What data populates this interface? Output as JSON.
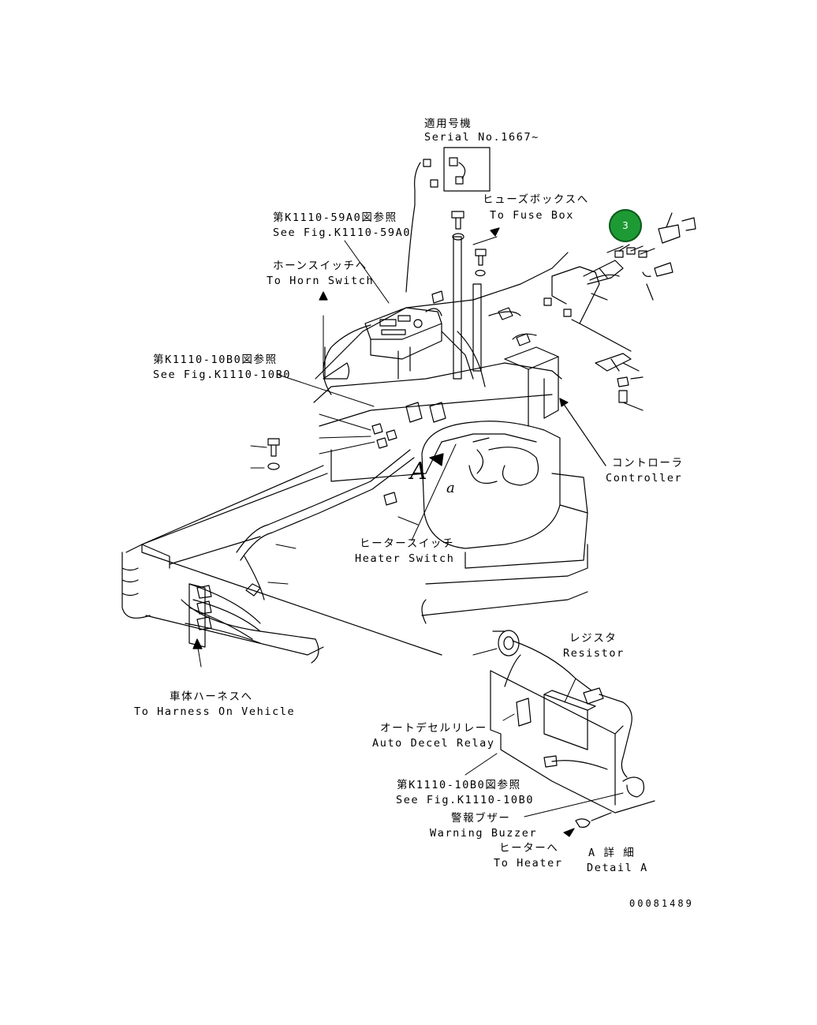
{
  "labels": {
    "serial_jp": "適用号機",
    "serial_en": "Serial No.1667~",
    "fuse_jp": "ヒューズボックスへ",
    "fuse_en": "To Fuse Box",
    "fig59_jp": "第K1110-59A0図参照",
    "fig59_en": "See Fig.K1110-59A0",
    "horn_jp": "ホーンスイッチへ",
    "horn_en": "To Horn Switch",
    "fig10_jp": "第K1110-10B0図参照",
    "fig10_en": "See Fig.K1110-10B0",
    "controller_jp": "コントローラ",
    "controller_en": "Controller",
    "heater_switch_jp": "ヒータースイッチ",
    "heater_switch_en": "Heater Switch",
    "harness_jp": "車体ハーネスへ",
    "harness_en": "To Harness On Vehicle",
    "resistor_jp": "レジスタ",
    "resistor_en": "Resistor",
    "relay_jp": "オートデセルリレー",
    "relay_en": "Auto Decel Relay",
    "fig10b_jp": "第K1110-10B0図参照",
    "fig10b_en": "See Fig.K1110-10B0",
    "buzzer_jp": "警報ブザー",
    "buzzer_en": "Warning Buzzer",
    "to_heater_jp": "ヒーターへ",
    "to_heater_en": "To Heater",
    "detail_jp": "A 詳 細",
    "detail_en": "Detail A",
    "view_a": "A",
    "view_a_small": "a",
    "drawing_number": "00081489"
  },
  "part_marker": {
    "number": "3",
    "color": "#1e9a34"
  }
}
